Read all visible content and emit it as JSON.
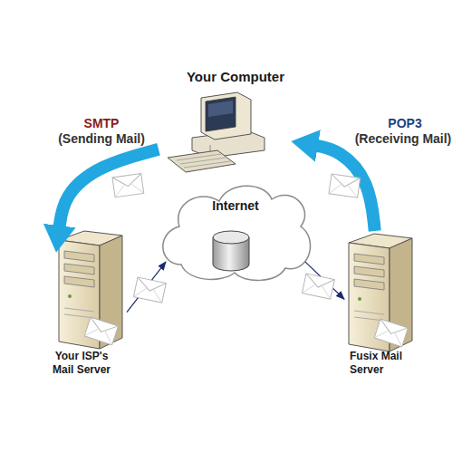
{
  "diagram": {
    "nodes": [
      {
        "text": [
          "Your Computer"
        ]
      },
      {
        "text": [
          "Internet"
        ]
      },
      {
        "text": [
          "Your ISP's Mail Server"
        ]
      },
      {
        "text": [
          "Fusix Mail Server"
        ]
      }
    ],
    "edges": [
      {
        "from": 0,
        "to": 2,
        "arrow": "to",
        "label": "SMTP"
      },
      {
        "from": 2,
        "to": 1,
        "arrow": "to"
      },
      {
        "from": 1,
        "to": 3,
        "arrow": "to"
      },
      {
        "from": 3,
        "to": 0,
        "arrow": "to",
        "label": "POP3"
      }
    ],
    "labels": [
      "(Sending Mail)",
      "(Receiving Mail)"
    ]
  }
}
